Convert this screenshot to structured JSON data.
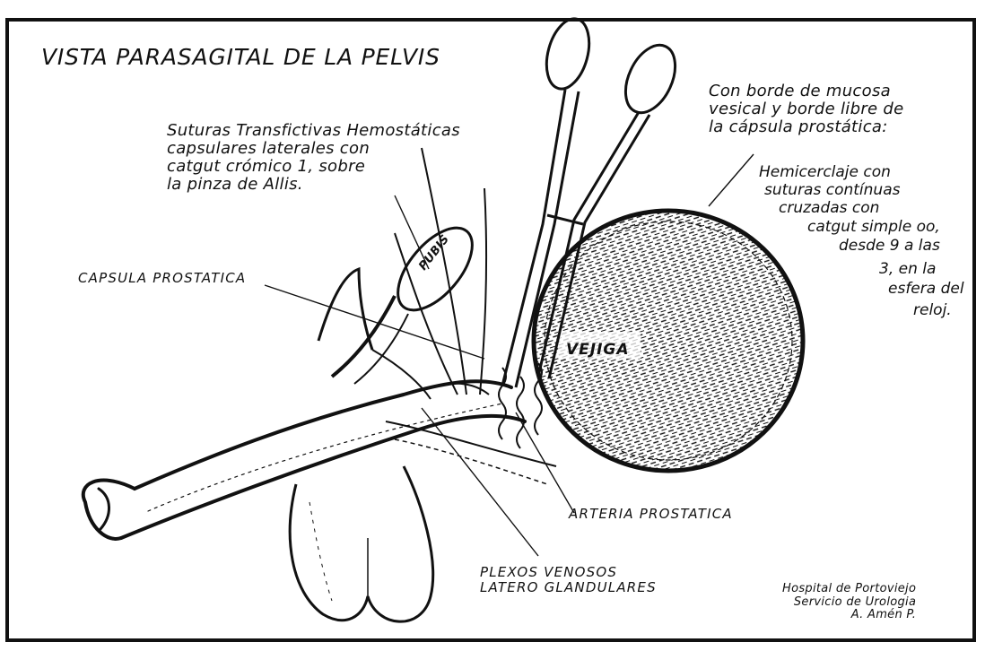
{
  "title": "VISTA PARASAGITAL DE LA PELVIS",
  "labels": {
    "sutures_note": "Suturas Transfictivas Hemostáticas\ncapsulares laterales con\ncatgut crómico 1, sobre\nla pinza de Allis.",
    "mucosa_note": "Con borde de mucosa\nvesical y borde libre de\nla cápsula prostática:",
    "hemicerclaje_lines": [
      "Hemicerclaje con",
      "suturas contínuas",
      "cruzadas con",
      "catgut simple oo,",
      "desde 9 a las",
      "3, en la",
      "esfera del",
      "reloj."
    ],
    "capsula": "CAPSULA PROSTATICA",
    "vejiga": "VEJIGA",
    "pubis": "PUBIS",
    "arteria": "ARTERIA PROSTATICA",
    "plexos": "PLEXOS VENOSOS\nLATERO GLANDULARES"
  },
  "credit": "Hospital de Portoviejo\nServicio de Urologia\nA. Amén P."
}
